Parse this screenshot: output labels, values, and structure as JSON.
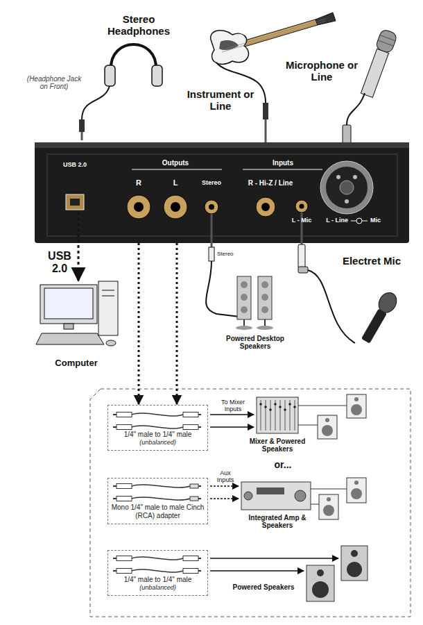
{
  "diagram": {
    "nodes": [
      {
        "text": [
          "USB 2.0",
          "Outputs",
          "R",
          "L",
          "Stereo",
          "Inputs",
          "R - Hi-Z / Line",
          "L - Mic",
          "L - Line",
          "Mic"
        ]
      },
      {
        "text": [
          "1/4\" male to 1/4\" male",
          "(unbalanced)"
        ]
      },
      {
        "text": [
          "Mono 1/4\" male to male Cinch (RCA) adapter"
        ]
      },
      {
        "text": [
          "1/4\" male to 1/4\" male",
          "(unbalanced)"
        ]
      }
    ],
    "edges": [
      {
        "from": 0,
        "to": 1,
        "arrow": "to"
      },
      {
        "from": 0,
        "to": 1,
        "arrow": "to"
      }
    ],
    "labels": [
      "Stereo Headphones",
      "(Headphone Jack on Front)",
      "Instrument or Line",
      "Microphone or Line",
      "USB 2.0",
      "Computer",
      "Stereo",
      "Powered Desktop Speakers",
      "Electret Mic",
      "To Mixer Inputs",
      "Mixer & Powered Speakers",
      "or...",
      "Aux Inputs",
      "Integrated Amp & Speakers",
      "Powered Speakers"
    ]
  }
}
